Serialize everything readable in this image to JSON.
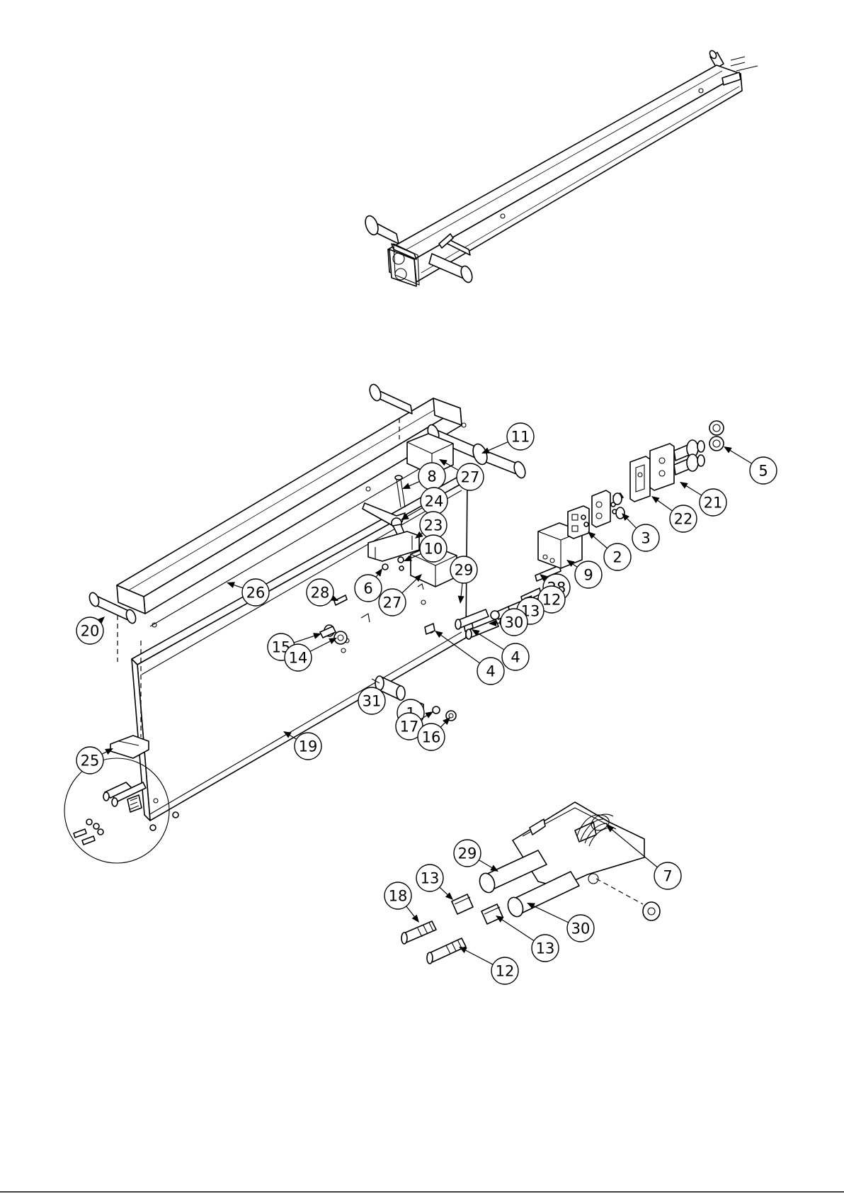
{
  "callouts": [
    {
      "id": "callout-11",
      "label": "11"
    },
    {
      "id": "callout-5",
      "label": "5"
    },
    {
      "id": "callout-8",
      "label": "8"
    },
    {
      "id": "callout-27-top",
      "label": "27"
    },
    {
      "id": "callout-24",
      "label": "24"
    },
    {
      "id": "callout-21",
      "label": "21"
    },
    {
      "id": "callout-22",
      "label": "22"
    },
    {
      "id": "callout-23",
      "label": "23"
    },
    {
      "id": "callout-3",
      "label": "3"
    },
    {
      "id": "callout-10",
      "label": "10"
    },
    {
      "id": "callout-2",
      "label": "2"
    },
    {
      "id": "callout-29-top",
      "label": "29"
    },
    {
      "id": "callout-9",
      "label": "9"
    },
    {
      "id": "callout-28-right",
      "label": "28"
    },
    {
      "id": "callout-6",
      "label": "6"
    },
    {
      "id": "callout-27-mid",
      "label": "27"
    },
    {
      "id": "callout-12-top",
      "label": "12"
    },
    {
      "id": "callout-13-top",
      "label": "13"
    },
    {
      "id": "callout-28-left",
      "label": "28"
    },
    {
      "id": "callout-26",
      "label": "26"
    },
    {
      "id": "callout-30-top",
      "label": "30"
    },
    {
      "id": "callout-20",
      "label": "20"
    },
    {
      "id": "callout-15",
      "label": "15"
    },
    {
      "id": "callout-14",
      "label": "14"
    },
    {
      "id": "callout-4-right",
      "label": "4"
    },
    {
      "id": "callout-4-left",
      "label": "4"
    },
    {
      "id": "callout-31",
      "label": "31"
    },
    {
      "id": "callout-1",
      "label": "1"
    },
    {
      "id": "callout-17",
      "label": "17"
    },
    {
      "id": "callout-16",
      "label": "16"
    },
    {
      "id": "callout-19",
      "label": "19"
    },
    {
      "id": "callout-25",
      "label": "25"
    },
    {
      "id": "callout-29-detail",
      "label": "29"
    },
    {
      "id": "callout-7",
      "label": "7"
    },
    {
      "id": "callout-13-detail-a",
      "label": "13"
    },
    {
      "id": "callout-18",
      "label": "18"
    },
    {
      "id": "callout-30-detail",
      "label": "30"
    },
    {
      "id": "callout-13-detail-b",
      "label": "13"
    },
    {
      "id": "callout-12-detail",
      "label": "12"
    }
  ]
}
